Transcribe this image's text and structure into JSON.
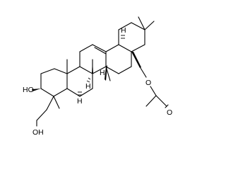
{
  "structure": {
    "atoms": {
      "hydroxyl_ring_label": "HO",
      "hydroxyl_chain_label": "OH",
      "ester_oxygen_label": "O",
      "carbonyl_oxygen_label": "O",
      "h_c9": "H",
      "h_c5": "H",
      "h_c18": "H",
      "h_c8": "H"
    }
  }
}
